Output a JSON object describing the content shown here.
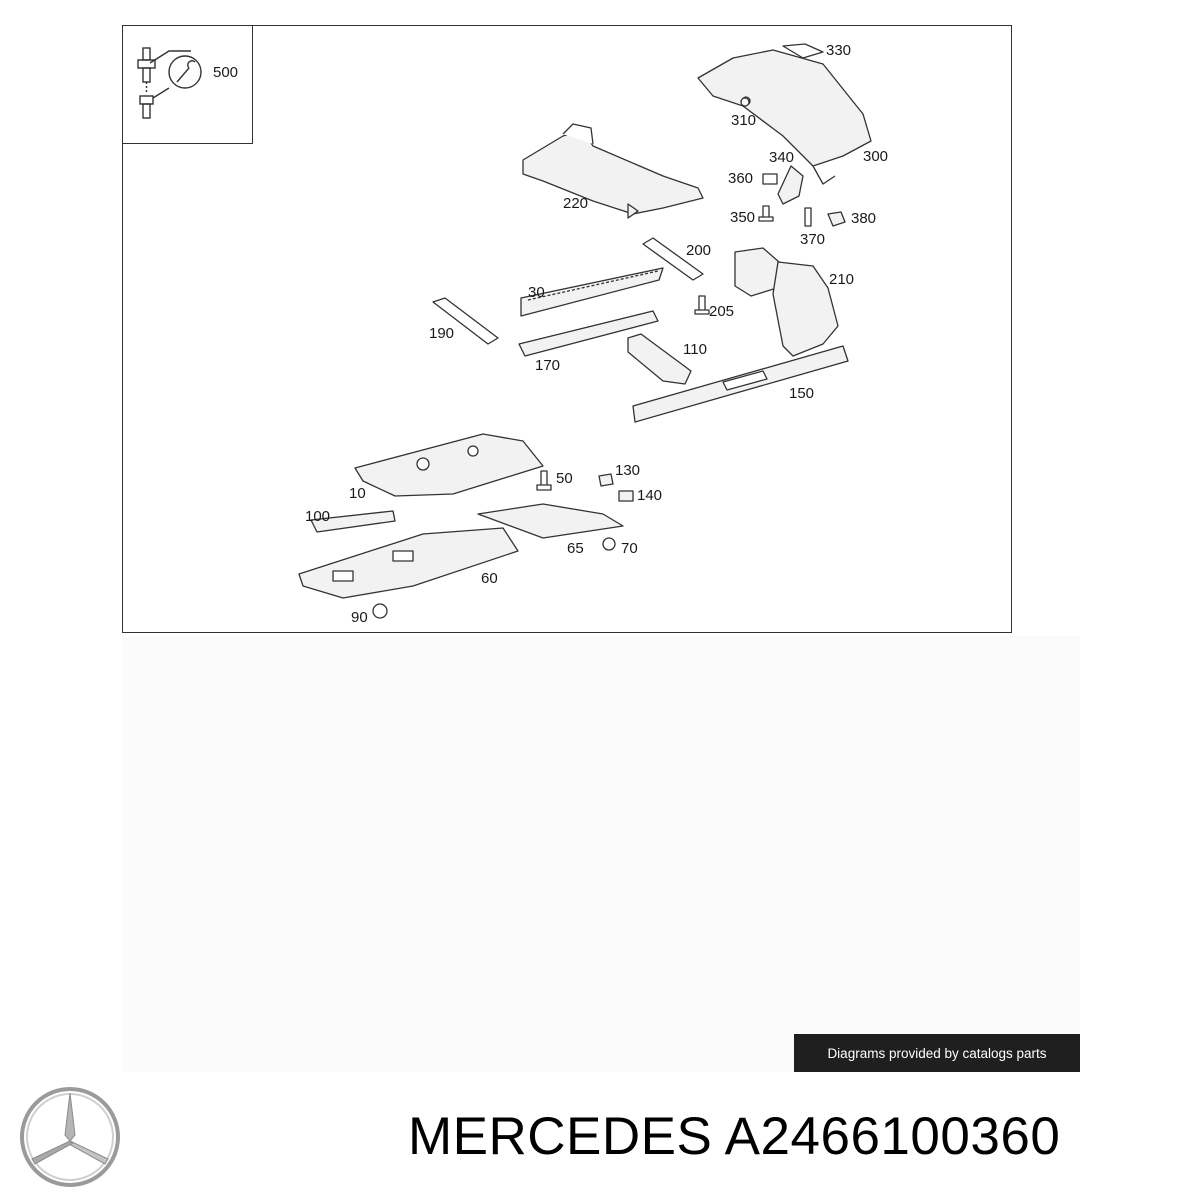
{
  "diagram": {
    "tool_callout": "500",
    "callouts": [
      {
        "id": "330",
        "label": "330"
      },
      {
        "id": "310",
        "label": "310"
      },
      {
        "id": "340",
        "label": "340"
      },
      {
        "id": "300",
        "label": "300"
      },
      {
        "id": "360",
        "label": "360"
      },
      {
        "id": "350",
        "label": "350"
      },
      {
        "id": "370",
        "label": "370"
      },
      {
        "id": "380",
        "label": "380"
      },
      {
        "id": "220",
        "label": "220"
      },
      {
        "id": "200",
        "label": "200"
      },
      {
        "id": "210",
        "label": "210"
      },
      {
        "id": "205",
        "label": "205"
      },
      {
        "id": "30",
        "label": "30"
      },
      {
        "id": "190",
        "label": "190"
      },
      {
        "id": "170",
        "label": "170"
      },
      {
        "id": "110",
        "label": "110"
      },
      {
        "id": "150",
        "label": "150"
      },
      {
        "id": "130",
        "label": "130"
      },
      {
        "id": "50",
        "label": "50"
      },
      {
        "id": "140",
        "label": "140"
      },
      {
        "id": "10",
        "label": "10"
      },
      {
        "id": "100",
        "label": "100"
      },
      {
        "id": "65",
        "label": "65"
      },
      {
        "id": "70",
        "label": "70"
      },
      {
        "id": "60",
        "label": "60"
      },
      {
        "id": "90",
        "label": "90"
      }
    ]
  },
  "credit": "Diagrams provided by catalogs parts",
  "brand": {
    "title": "MERCEDES A2466100360",
    "logo_icon": "mercedes-star-icon"
  },
  "colors": {
    "line": "#333333",
    "badge_bg": "#1f1f1f",
    "badge_text": "#ffffff"
  }
}
